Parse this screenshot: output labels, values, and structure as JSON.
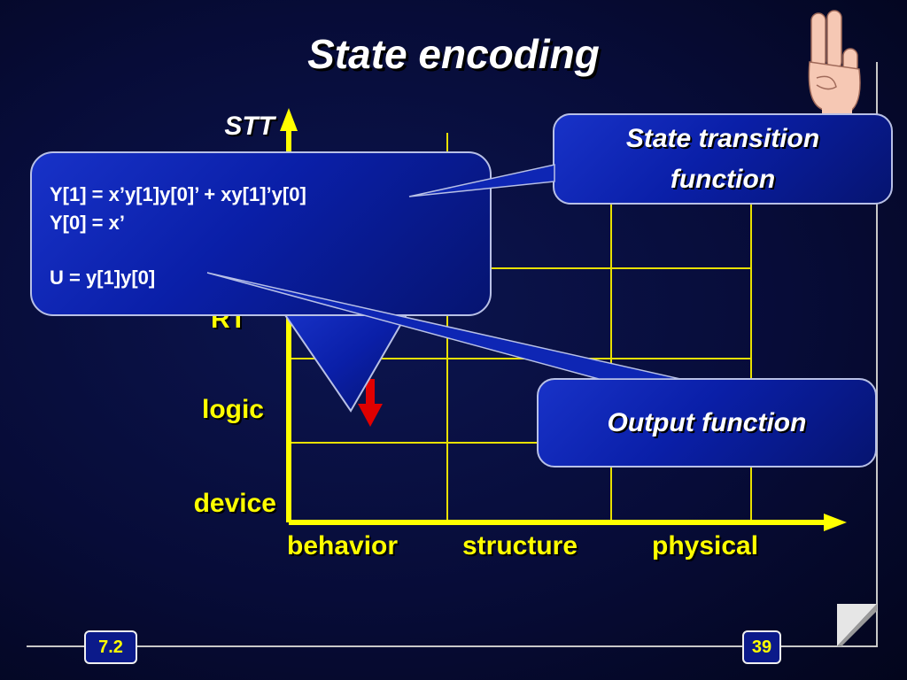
{
  "slide": {
    "title": "State encoding",
    "section_number": "7.2",
    "page_number": "39"
  },
  "diagram": {
    "y_axis_labels": [
      "STT",
      "RT",
      "logic",
      "device"
    ],
    "x_axis_labels": [
      "behavior",
      "structure",
      "physical"
    ]
  },
  "equations": {
    "line1": "Y[1] = x’y[1]y[0]’ + xy[1]’y[0]",
    "line2": "Y[0] = x’",
    "line3": "U = y[1]y[0]"
  },
  "callouts": {
    "state_transition_line1": "State transition",
    "state_transition_line2": "function",
    "output": "Output function"
  },
  "icons": {
    "corner": "hand-three-fingers-icon",
    "arrow": "down-arrow-icon",
    "page_fold": "page-curl-icon"
  },
  "colors": {
    "axis": "#ffff00",
    "grid": "#e8e000",
    "arrow": "#e00000",
    "bubble": "#0a1fa8"
  }
}
